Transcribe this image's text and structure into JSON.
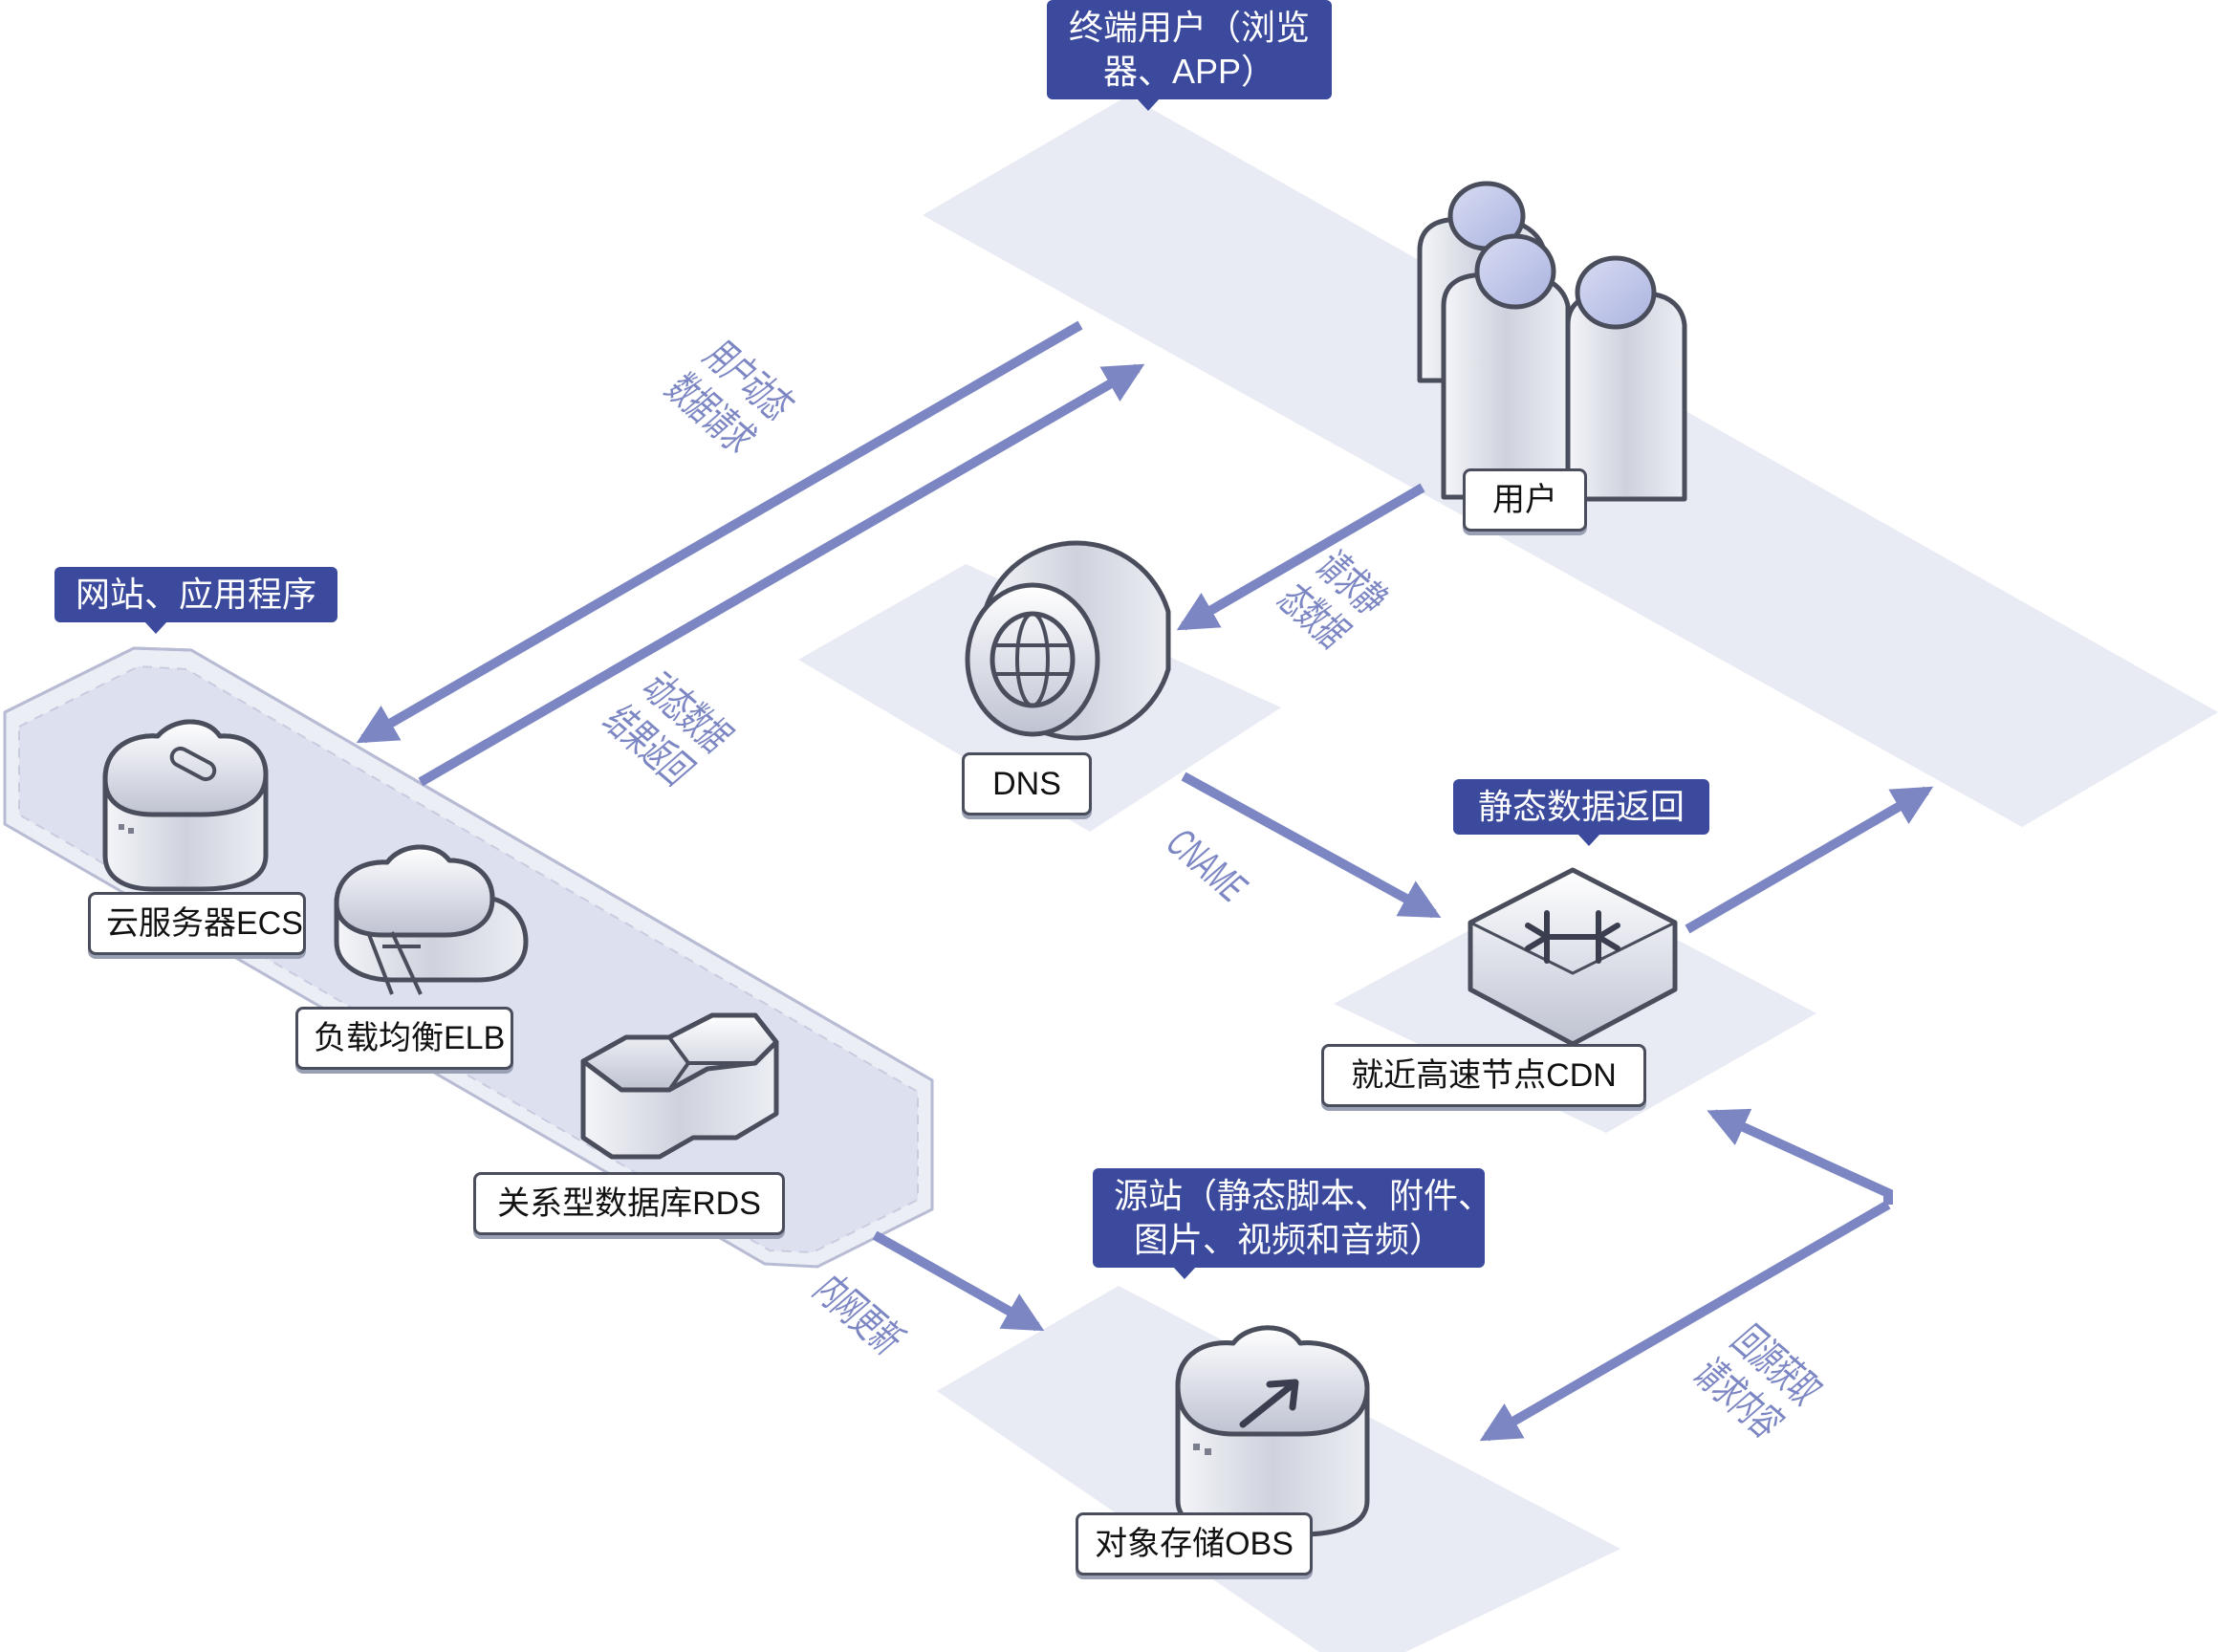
{
  "callouts": {
    "end_user_line1": "终端用户（浏览",
    "end_user_line2": "器、APP）",
    "website_app": "网站、应用程序",
    "static_return": "静态数据返回",
    "origin_line1": "源站（静态脚本、附件、",
    "origin_line2": "图片、视频和音频）"
  },
  "nodes": {
    "users": "用户",
    "dns": "DNS",
    "cdn": "就近高速节点CDN",
    "ecs": "云服务器ECS",
    "elb": "负载均衡ELB",
    "rds": "关系型数据库RDS",
    "obs": "对象存储OBS"
  },
  "flows": {
    "dynamic_request_line1": "用户动态",
    "dynamic_request_line2": "数据请求",
    "dynamic_return_line1": "动态数据",
    "dynamic_return_line2": "结果返回",
    "static_request_line1": "请求静",
    "static_request_line2": "态数据",
    "cname": "CNAME",
    "intranet_update": "内网更新",
    "back_to_origin_line1": "回源获取",
    "back_to_origin_line2": "请求内容"
  },
  "icons": {
    "users": "users-group-icon",
    "dns": "globe-icon",
    "cdn": "cdn-node-icon",
    "ecs": "cloud-server-icon",
    "elb": "load-balancer-icon",
    "rds": "database-hex-icon",
    "obs": "upload-cloud-icon"
  },
  "colors": {
    "callout_bg": "#3b4a9c",
    "arrow": "#7c86c2",
    "plane": "#e8eaf4",
    "label_border": "#4a4e5c"
  }
}
